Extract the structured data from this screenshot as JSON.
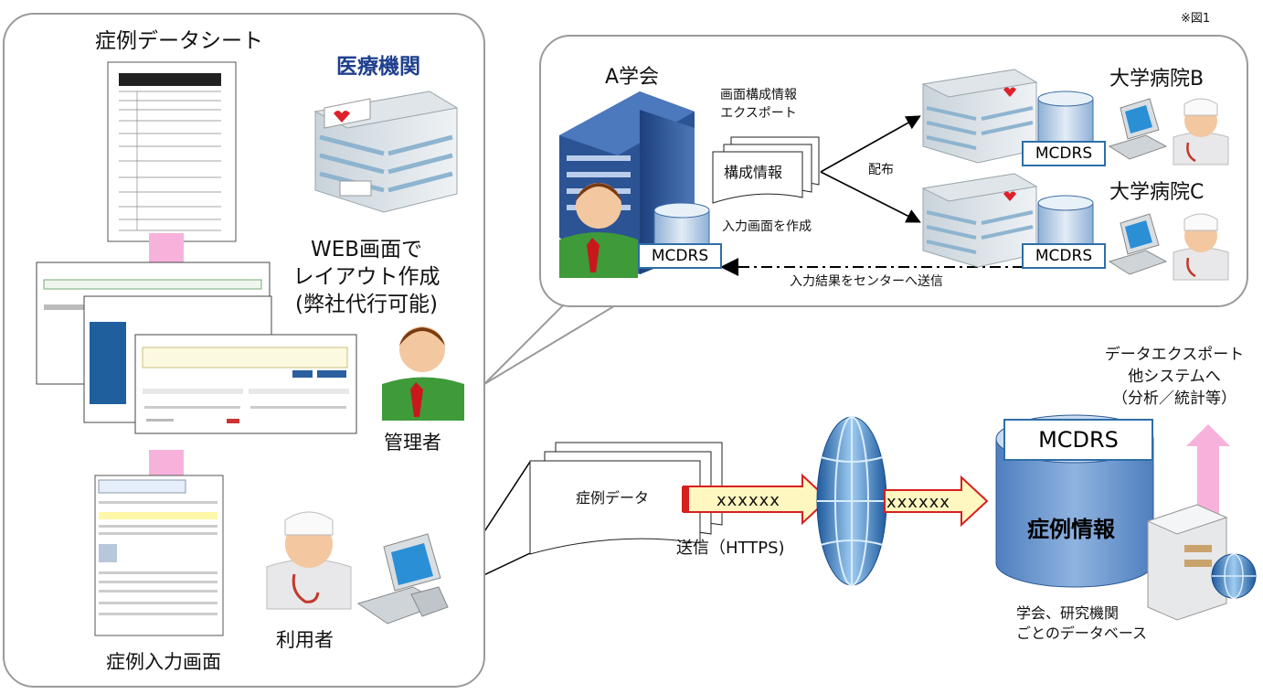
{
  "fig_note": "※図1",
  "left_panel": {
    "sheet_title": "症例データシート",
    "facility_title": "医療機関",
    "web_caption": [
      "WEB画面で",
      "レイアウト作成",
      "(弊社代行可能)"
    ],
    "admin_label": "管理者",
    "input_screen_label": "症例入力画面",
    "user_label": "利用者"
  },
  "bubble": {
    "society": "A学会",
    "export_label": [
      "画面構成情報",
      "エクスポート"
    ],
    "config_doc": "構成情報",
    "distribute": "配布",
    "create_input": "入力画面を作成",
    "send_result": "入力結果をセンターへ送信",
    "hospital_b": "大学病院B",
    "hospital_c": "大学病院C",
    "mcdrs_a": "MCDRS",
    "mcdrs_b": "MCDRS",
    "mcdrs_c": "MCDRS"
  },
  "flow": {
    "case_data": "症例データ",
    "packet1": "xxxxxx",
    "packet2": "xxxxxx",
    "send": "送信（HTTPS)"
  },
  "db": {
    "name": "MCDRS",
    "content": "症例情報",
    "caption": [
      "学会、研究機関",
      "ごとのデータベース"
    ],
    "export": [
      "データエクスポート",
      "他システムへ",
      "（分析／統計等）"
    ]
  },
  "colors": {
    "panel_border": "#9a9a9a",
    "facility_text": "#1f3f8f",
    "pink_arrow": "#f7b2dc",
    "mcdrs_border": "#2f6ea8",
    "db_fill": "#6d97cc",
    "packet_fill": "#fff6c0",
    "packet_border": "#d62020"
  }
}
